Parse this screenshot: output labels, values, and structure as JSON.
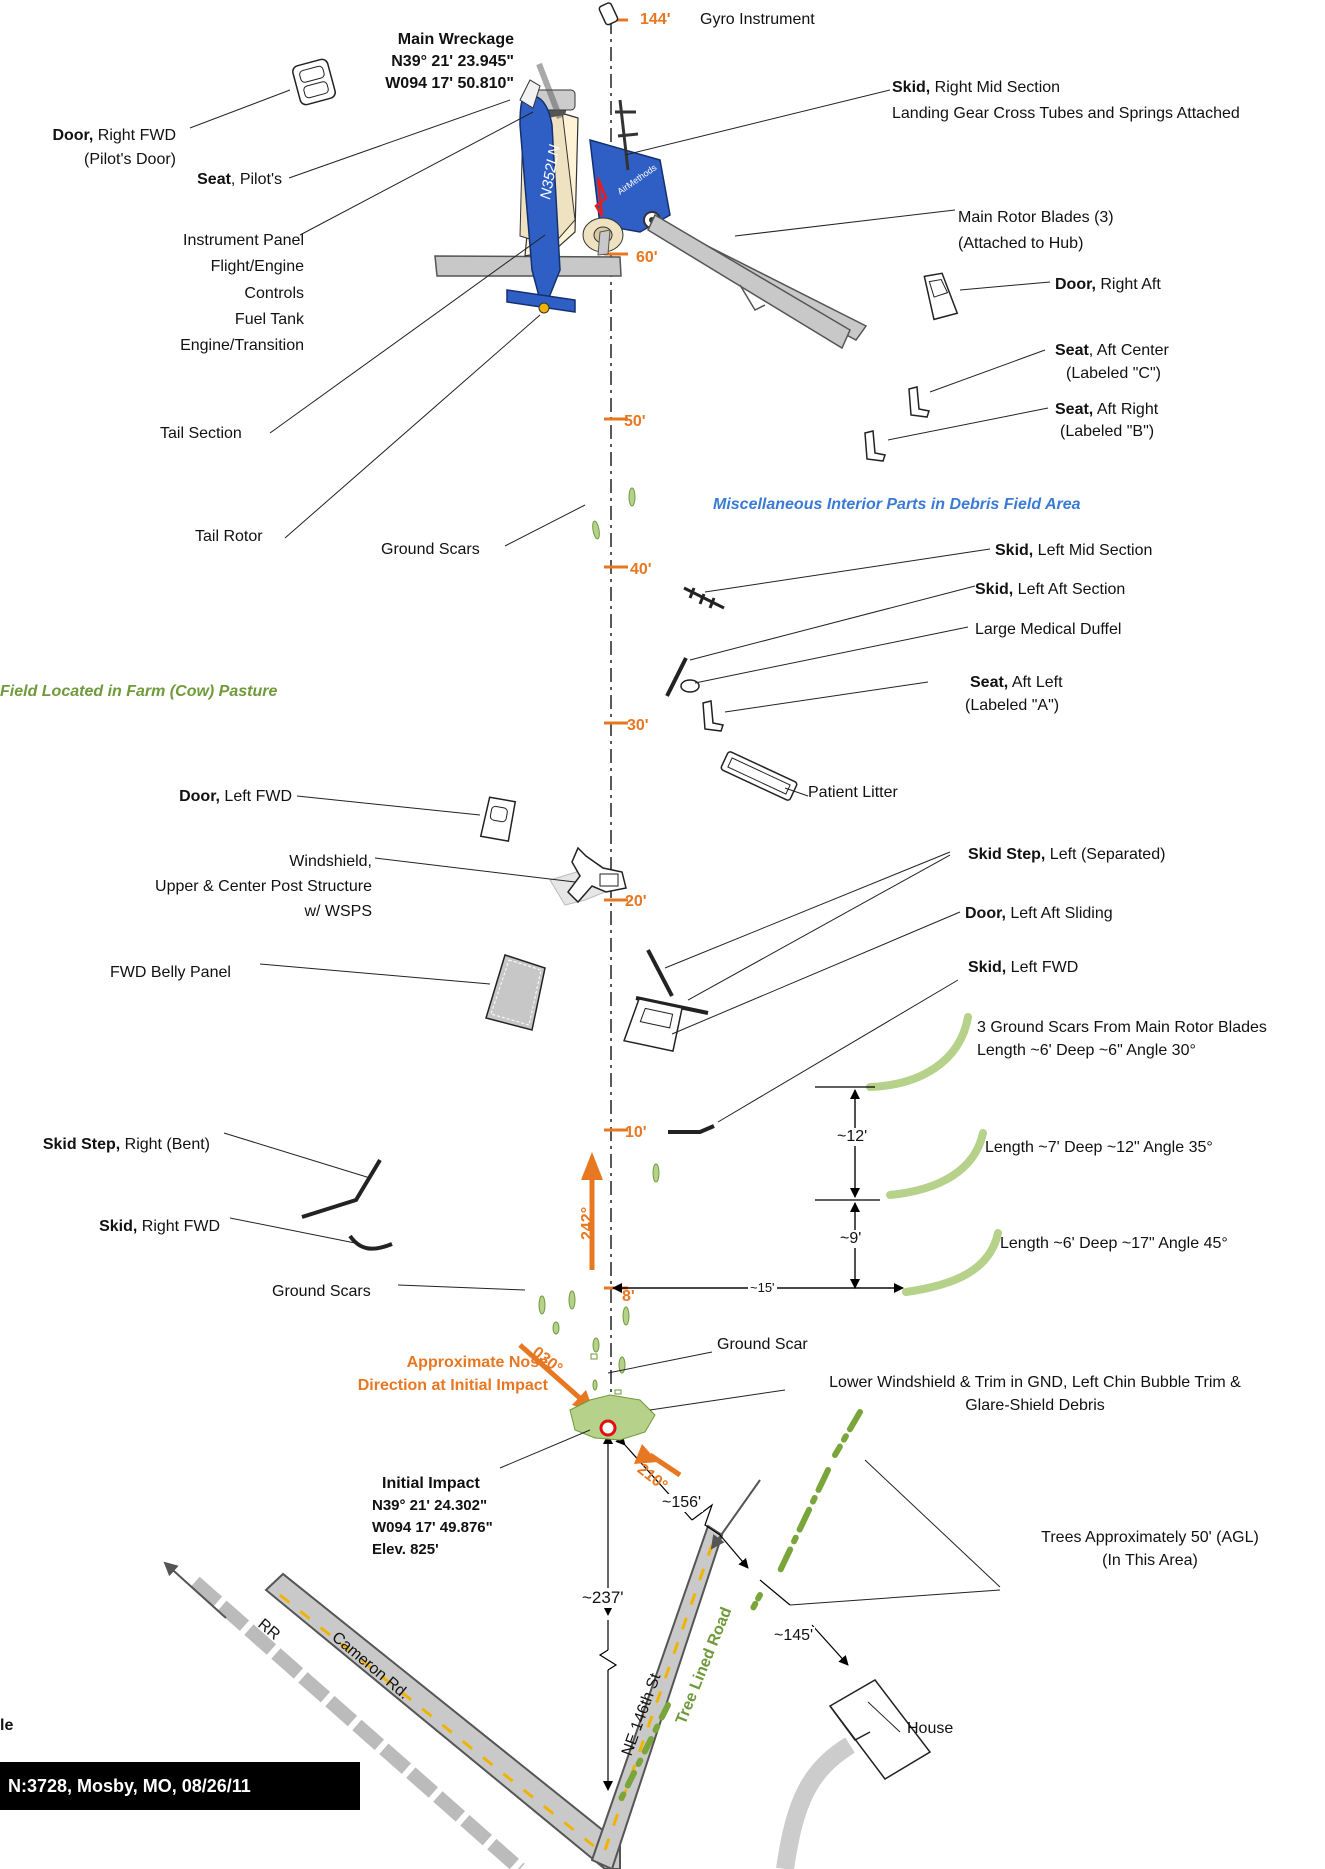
{
  "labels": {
    "gyro": "Gyro Instrument",
    "main_wreckage": {
      "title": "Main Wreckage",
      "lat": "N39° 21' 23.945\"",
      "lon": "W094 17' 50.810\""
    },
    "door_right_fwd": {
      "bold": "Door,",
      "rest": " Right FWD",
      "sub": "(Pilot's Door)"
    },
    "seat_pilot": {
      "bold": "Seat",
      "rest": ", Pilot's"
    },
    "instrument_panel": [
      "Instrument Panel",
      "Flight/Engine",
      "Controls",
      "Fuel Tank",
      "Engine/Transition"
    ],
    "tail_section": "Tail Section",
    "tail_rotor": "Tail Rotor",
    "ground_scars_upper": "Ground Scars",
    "skid_right_mid": {
      "bold": "Skid,",
      "rest": " Right Mid Section",
      "sub": "Landing Gear Cross Tubes and Springs Attached"
    },
    "main_rotor": {
      "line1": "Main Rotor Blades (3)",
      "line2": "(Attached to Hub)"
    },
    "door_right_aft": {
      "bold": "Door,",
      "rest": " Right Aft"
    },
    "seat_aft_center": {
      "bold": "Seat",
      "rest": ", Aft Center",
      "sub": "(Labeled  \"C\")"
    },
    "seat_aft_right": {
      "bold": "Seat,",
      "rest": " Aft Right",
      "sub": "(Labeled  \"B\")"
    },
    "misc_parts": "Miscellaneous Interior Parts in Debris Field Area",
    "skid_left_mid": {
      "bold": "Skid,",
      "rest": " Left Mid Section"
    },
    "skid_left_aft": {
      "bold": "Skid,",
      "rest": " Left Aft Section"
    },
    "medical_duffel": "Large Medical Duffel",
    "seat_aft_left": {
      "bold": "Seat,",
      "rest": " Aft Left",
      "sub": "(Labeled  \"A\")"
    },
    "field_note": "Field Located in Farm (Cow) Pasture",
    "patient_litter": "Patient Litter",
    "door_left_fwd": {
      "bold": "Door,",
      "rest": " Left FWD"
    },
    "windshield": [
      "Windshield,",
      "Upper & Center Post Structure",
      "w/ WSPS"
    ],
    "skid_step_left": {
      "bold": "Skid Step,",
      "rest": " Left  (Separated)"
    },
    "door_left_aft": {
      "bold": "Door,",
      "rest": " Left Aft Sliding"
    },
    "fwd_belly": "FWD Belly Panel",
    "skid_left_fwd": {
      "bold": "Skid,",
      "rest": " Left FWD"
    },
    "rotor_scars": {
      "line1": "3 Ground Scars From Main Rotor Blades",
      "line2": "Length ~6' Deep ~6\" Angle 30°"
    },
    "rotor_scar2": "Length ~7' Deep ~12\" Angle 35°",
    "rotor_scar3": "Length ~6' Deep ~17\" Angle 45°",
    "skid_step_right": {
      "bold": "Skid Step,",
      "rest": " Right  (Bent)"
    },
    "skid_right_fwd": {
      "bold": "Skid,",
      "rest": " Right FWD"
    },
    "ground_scars_lower": "Ground Scars",
    "ground_scar": "Ground Scar",
    "approx_nose": [
      "Approximate Nose",
      "Direction at Initial Impact"
    ],
    "lower_windshield": [
      "Lower Windshield & Trim in GND, Left Chin Bubble Trim &",
      "Glare-Shield Debris"
    ],
    "initial_impact": {
      "title": "Initial Impact",
      "lat": "N39° 21' 24.302\"",
      "lon": "W094 17' 49.876\"",
      "elev": "Elev. 825'"
    },
    "trees": [
      "Trees Approximately 50' (AGL)",
      "(In This Area)"
    ],
    "house": "House",
    "partial_left": "le",
    "banner": "N:3728, Mosby, MO, 08/26/11"
  },
  "distance_marks": [
    "144'",
    "60'",
    "50'",
    "40'",
    "30'",
    "20'",
    "10'",
    "8'"
  ],
  "dimensions": {
    "d12": "~12'",
    "d9": "~9'",
    "d15": "~15'",
    "d156": "~156'",
    "d237": "~237'",
    "d145": "~145'"
  },
  "headings": {
    "h242": "242°",
    "h030": "030°",
    "h210": "210°"
  },
  "roads": {
    "rr": "RR",
    "cameron": "Cameron Rd.",
    "ne146": "NE 146th St",
    "tree_lined": "Tree Lined Road"
  },
  "aircraft": {
    "registration": "N352LN",
    "operator_mark": "AirMethods"
  },
  "colors": {
    "accent": "#e87722",
    "blue_note": "#3a7bd5",
    "green_note": "#6f9a3a",
    "fuselage": "#2f5fc4",
    "scar_green": "#b6d18a"
  }
}
